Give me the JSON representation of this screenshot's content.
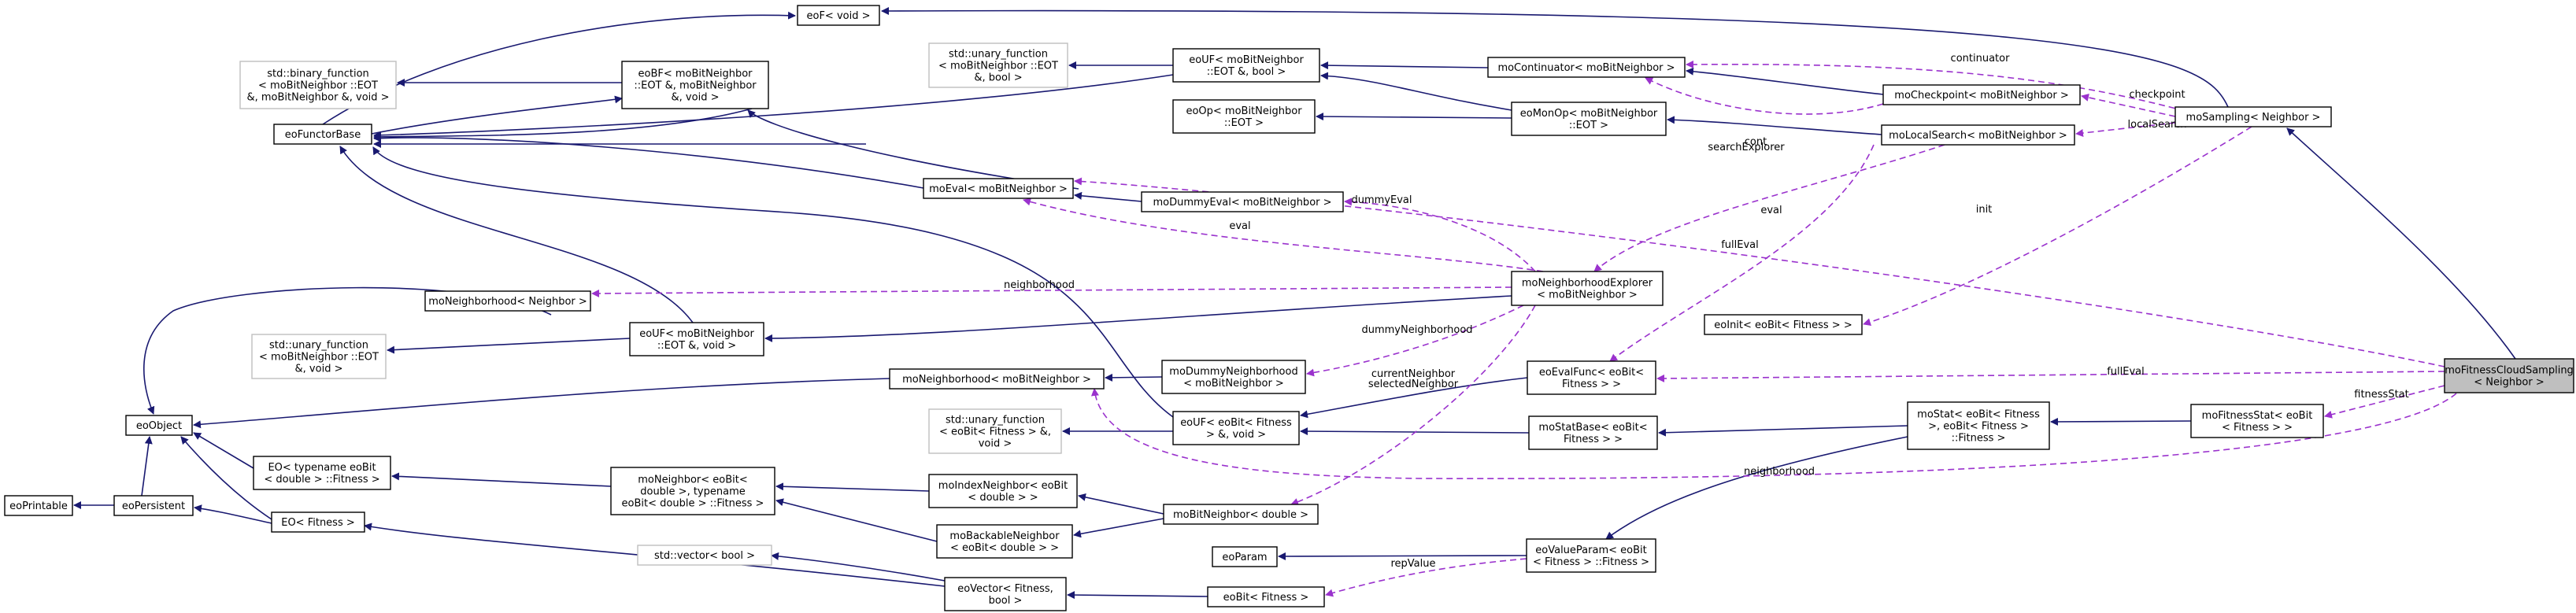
{
  "diagram": {
    "nodes": [
      {
        "id": "eoFvoid",
        "lines": [
          "eoF< void >"
        ]
      },
      {
        "id": "stdBinFn",
        "lines": [
          "std::binary_function",
          "< moBitNeighbor ::EOT",
          "&, moBitNeighbor &, void >"
        ],
        "external": true
      },
      {
        "id": "eoBF",
        "lines": [
          "eoBF< moBitNeighbor",
          "::EOT &, moBitNeighbor",
          "&, void >"
        ]
      },
      {
        "id": "stdUnaryFnEOTbool",
        "lines": [
          "std::unary_function",
          "< moBitNeighbor ::EOT",
          "&, bool >"
        ],
        "external": true
      },
      {
        "id": "eoUFbool",
        "lines": [
          "eoUF< moBitNeighbor",
          "::EOT &, bool >"
        ]
      },
      {
        "id": "moContinuator",
        "lines": [
          "moContinuator< moBitNeighbor >"
        ]
      },
      {
        "id": "moCheckpoint",
        "lines": [
          "moCheckpoint< moBitNeighbor >"
        ]
      },
      {
        "id": "moSampling",
        "lines": [
          "moSampling< Neighbor >"
        ]
      },
      {
        "id": "eoFunctorBase",
        "lines": [
          "eoFunctorBase"
        ]
      },
      {
        "id": "eoOp",
        "lines": [
          "eoOp< moBitNeighbor",
          "::EOT >"
        ]
      },
      {
        "id": "eoMonOp",
        "lines": [
          "eoMonOp< moBitNeighbor",
          "::EOT >"
        ]
      },
      {
        "id": "moLocalSearch",
        "lines": [
          "moLocalSearch< moBitNeighbor >"
        ]
      },
      {
        "id": "moEval",
        "lines": [
          "moEval< moBitNeighbor >"
        ]
      },
      {
        "id": "moDummyEval",
        "lines": [
          "moDummyEval< moBitNeighbor >"
        ]
      },
      {
        "id": "moNeighborhoodExplorer",
        "lines": [
          "moNeighborhoodExplorer",
          "< moBitNeighbor >"
        ]
      },
      {
        "id": "moNeighborhoodN",
        "lines": [
          "moNeighborhood< Neighbor >"
        ]
      },
      {
        "id": "stdUnaryFnEOTvoid",
        "lines": [
          "std::unary_function",
          "< moBitNeighbor ::EOT",
          "&, void >"
        ],
        "external": true
      },
      {
        "id": "eoUFvoid",
        "lines": [
          "eoUF< moBitNeighbor",
          "::EOT &, void >"
        ]
      },
      {
        "id": "eoInit",
        "lines": [
          "eoInit< eoBit< Fitness > >"
        ]
      },
      {
        "id": "eoObject",
        "lines": [
          "eoObject"
        ]
      },
      {
        "id": "moNeighborhoodBit",
        "lines": [
          "moNeighborhood< moBitNeighbor >"
        ]
      },
      {
        "id": "moDummyNeighborhood",
        "lines": [
          "moDummyNeighborhood",
          "< moBitNeighbor >"
        ]
      },
      {
        "id": "eoEvalFunc",
        "lines": [
          "eoEvalFunc< eoBit<",
          "Fitness > >"
        ]
      },
      {
        "id": "moFitnessCloudSampling",
        "lines": [
          "moFitnessCloudSampling",
          "< Neighbor >"
        ],
        "focus": true
      },
      {
        "id": "stdUnaryFnFitness",
        "lines": [
          "std::unary_function",
          "< eoBit< Fitness > &,",
          "void >"
        ],
        "external": true
      },
      {
        "id": "eoUFFitness",
        "lines": [
          "eoUF< eoBit< Fitness",
          "> &, void >"
        ]
      },
      {
        "id": "moStatBase",
        "lines": [
          "moStatBase< eoBit<",
          "Fitness > >"
        ]
      },
      {
        "id": "moStat",
        "lines": [
          "moStat< eoBit< Fitness",
          ">, eoBit< Fitness >",
          "::Fitness >"
        ]
      },
      {
        "id": "moFitnessStat",
        "lines": [
          "moFitnessStat< eoBit",
          "< Fitness > >"
        ]
      },
      {
        "id": "EOtypename",
        "lines": [
          "EO< typename eoBit",
          "< double > ::Fitness >"
        ]
      },
      {
        "id": "moNeighbor",
        "lines": [
          "moNeighbor< eoBit<",
          "double >, typename",
          "eoBit< double > ::Fitness >"
        ]
      },
      {
        "id": "moIndexNeighbor",
        "lines": [
          "moIndexNeighbor< eoBit",
          "< double > >"
        ]
      },
      {
        "id": "eoPrintable",
        "lines": [
          "eoPrintable"
        ]
      },
      {
        "id": "eoPersistent",
        "lines": [
          "eoPersistent"
        ]
      },
      {
        "id": "EOFitness",
        "lines": [
          "EO< Fitness >"
        ]
      },
      {
        "id": "moBackableNeighbor",
        "lines": [
          "moBackableNeighbor",
          "< eoBit< double > >"
        ]
      },
      {
        "id": "moBitNeighbor",
        "lines": [
          "moBitNeighbor< double >"
        ]
      },
      {
        "id": "eoParam",
        "lines": [
          "eoParam"
        ]
      },
      {
        "id": "eoValueParam",
        "lines": [
          "eoValueParam< eoBit",
          "< Fitness > ::Fitness >"
        ]
      },
      {
        "id": "stdVector",
        "lines": [
          "std::vector< bool >"
        ],
        "external": true
      },
      {
        "id": "eoVector",
        "lines": [
          "eoVector< Fitness,",
          "bool >"
        ]
      },
      {
        "id": "eoBitFitness",
        "lines": [
          "eoBit< Fitness >"
        ]
      }
    ],
    "edge_labels": {
      "continuator": "continuator",
      "checkpoint": "checkpoint",
      "cont": "cont",
      "localSearch": "localSearch",
      "searchExplorer": "searchExplorer",
      "eval_top": "eval",
      "init": "init",
      "dummyEval": "dummyEval",
      "eval_mid": "eval",
      "fullEval_top": "fullEval",
      "neighborhood_top": "neighborhood",
      "dummyNeighborhood": "dummyNeighborhood",
      "fullEval_right": "fullEval",
      "currentNeighbor": "currentNeighbor",
      "selectedNeighbor": "selectedNeighbor",
      "fitnessStat": "fitnessStat",
      "neighborhood_bottom": "neighborhood",
      "repValue": "repValue"
    },
    "colors": {
      "inheritance": "#191970",
      "usage": "#9a32cd",
      "focus_fill": "#bfbfbf",
      "external_border": "#bfbfbf"
    }
  }
}
